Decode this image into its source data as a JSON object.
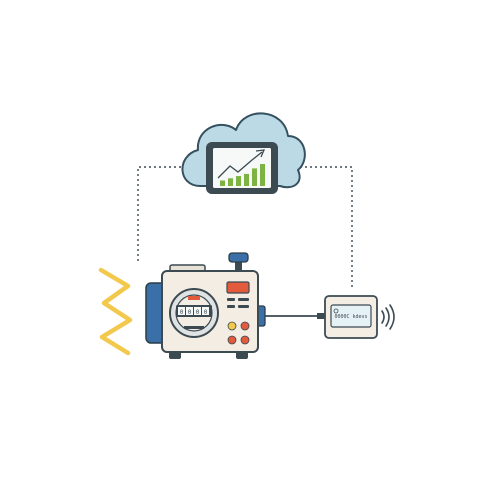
{
  "diagram": {
    "cloud": {
      "icon": "cloud-icon",
      "fill": "#bcd9e6",
      "stroke": "#35505f"
    },
    "tablet": {
      "icon": "tablet-chart-icon",
      "bar_levels": [
        0.25,
        0.35,
        0.45,
        0.55,
        0.8,
        1.0
      ],
      "bar_color": "#7cb342"
    },
    "meter_device": {
      "icon": "electric-meter-icon",
      "body_fill": "#f3ede4",
      "side_panel_color": "#3b6fa8",
      "digits": [
        "0",
        "0",
        "0",
        "0"
      ],
      "accent_red": "#e25b3c",
      "accent_yellow": "#f2c94c"
    },
    "power_source": {
      "icon": "lightning-bolt-icon",
      "color": "#f2c94c"
    },
    "sensor_box": {
      "icon": "wireless-sensor-icon",
      "display_text": "0000C  kdevs",
      "signal_icon": "wifi-signal-icon"
    },
    "connectors": {
      "style": "dotted",
      "color": "#3a4a52"
    }
  }
}
